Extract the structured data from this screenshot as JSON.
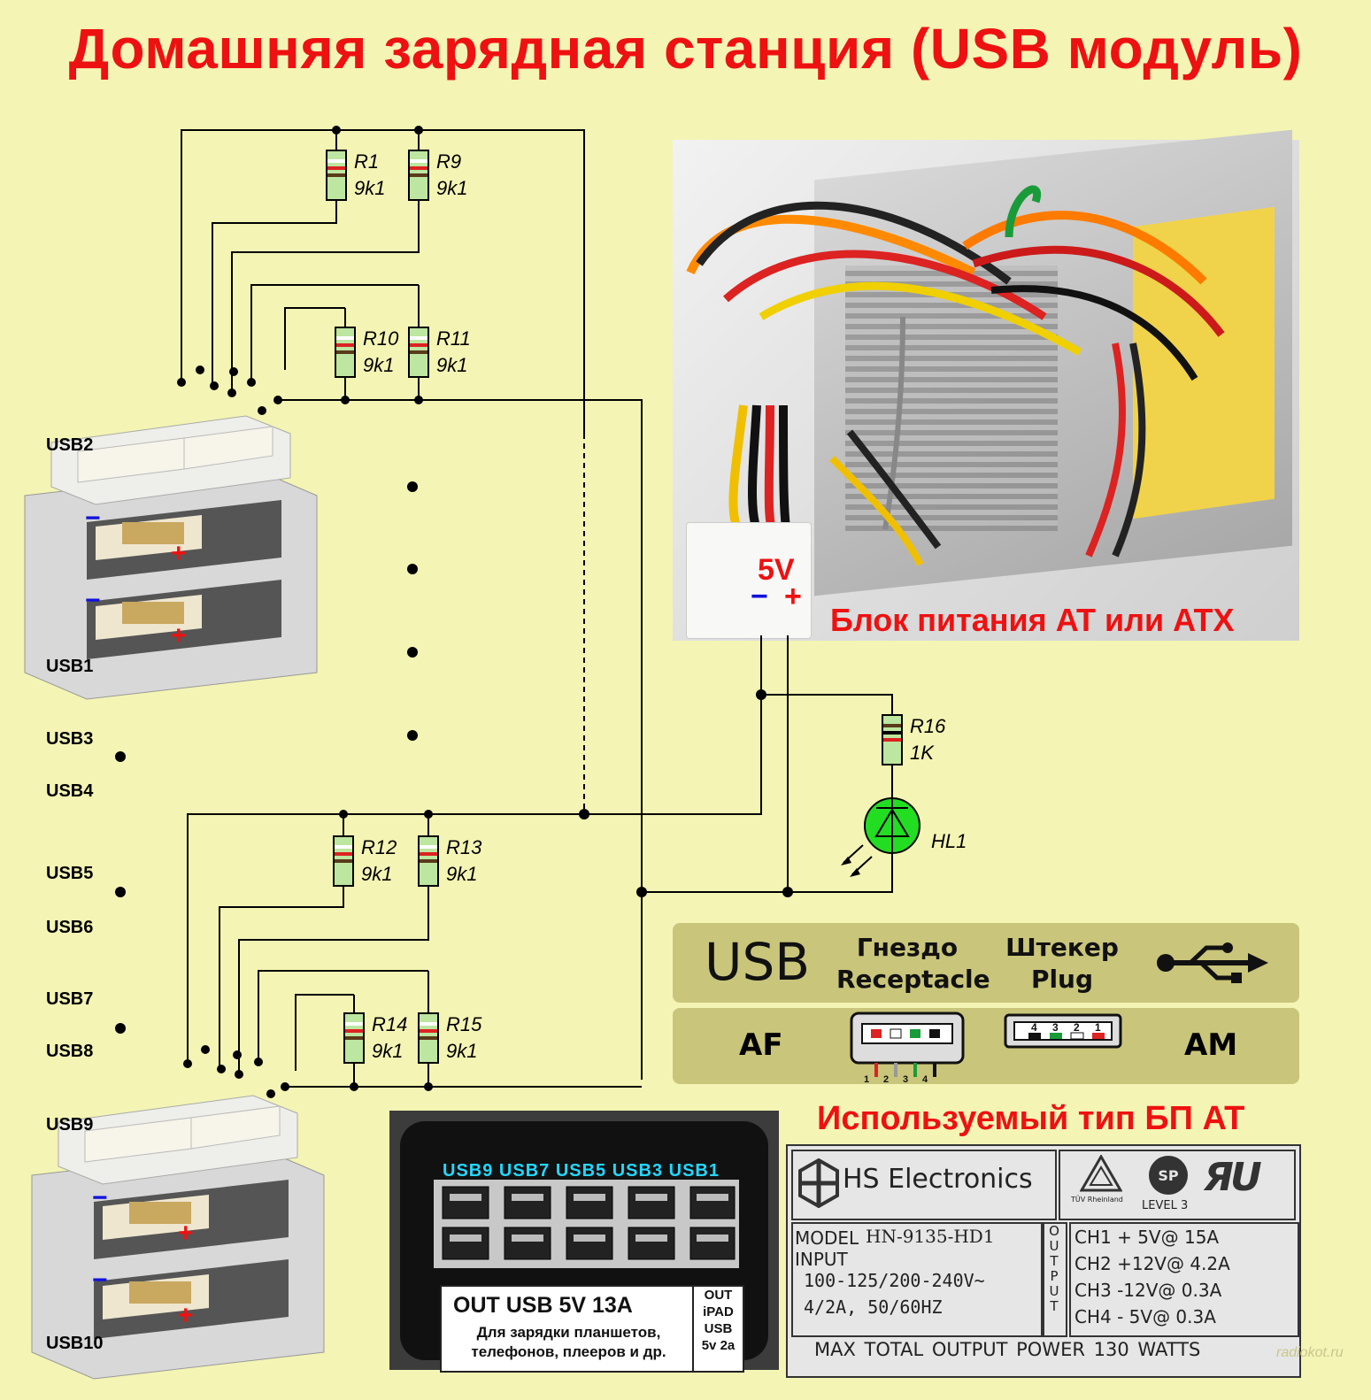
{
  "title": "Домашняя зарядная станция (USB модуль)",
  "resistors": [
    {
      "name": "R1",
      "value": "9k1"
    },
    {
      "name": "R9",
      "value": "9k1"
    },
    {
      "name": "R10",
      "value": "9k1"
    },
    {
      "name": "R11",
      "value": "9k1"
    },
    {
      "name": "R12",
      "value": "9k1"
    },
    {
      "name": "R13",
      "value": "9k1"
    },
    {
      "name": "R14",
      "value": "9k1"
    },
    {
      "name": "R15",
      "value": "9k1"
    },
    {
      "name": "R16",
      "value": "1K"
    }
  ],
  "led": "HL1",
  "usb_labels": [
    "USB2",
    "USB1",
    "USB3",
    "USB4",
    "USB5",
    "USB6",
    "USB7",
    "USB8",
    "USB9",
    "USB10"
  ],
  "psu": {
    "voltage": "5V",
    "minus": "−",
    "plus": "+",
    "caption": "Блок питания AT или ATX"
  },
  "usb_table": {
    "title": "USB",
    "col_receptacle": [
      "Гнездо",
      "Receptacle"
    ],
    "col_plug": [
      "Штекер",
      "Plug"
    ],
    "af": "AF",
    "am": "AM",
    "pins_receptacle": [
      "1",
      "2",
      "3",
      "4"
    ],
    "pins_plug": [
      "4",
      "3",
      "2",
      "1"
    ]
  },
  "hub": {
    "port_labels": "USB9 USB7  USB5  USB3  USB1",
    "out_line": "OUT   USB   5V  13A",
    "desc_line1": "Для зарядки планшетов,",
    "desc_line2": "телефонов, плееров и др.",
    "ipad": [
      "OUT",
      "iPAD",
      "USB",
      "5v 2a"
    ]
  },
  "bp_caption": "Используемый тип БП AT",
  "plate": {
    "brand": "HS Electronics",
    "tuv": "TÜV Rheinland",
    "level": "LEVEL 3",
    "model_label": "MODEL",
    "model_value": "HN-9135-HD1",
    "input_label": "INPUT",
    "input_line1": "100-125/200-240V~",
    "input_line2": "4/2A,  50/60HZ",
    "output_vertical": "OUTPUT",
    "channels": [
      "CH1 +  5V@ 15A",
      "CH2 +12V@ 4.2A",
      "CH3 -12V@ 0.3A",
      "CH4 -  5V@ 0.3A"
    ],
    "max_power": "MAX TOTAL OUTPUT POWER  130   WATTS"
  },
  "watermark": "radiokot.ru",
  "colors": {
    "background": "#f4f4b4",
    "title": "#ee1111",
    "plus": "#ee1111",
    "minus": "#1111dd",
    "led": "#22dd22"
  }
}
